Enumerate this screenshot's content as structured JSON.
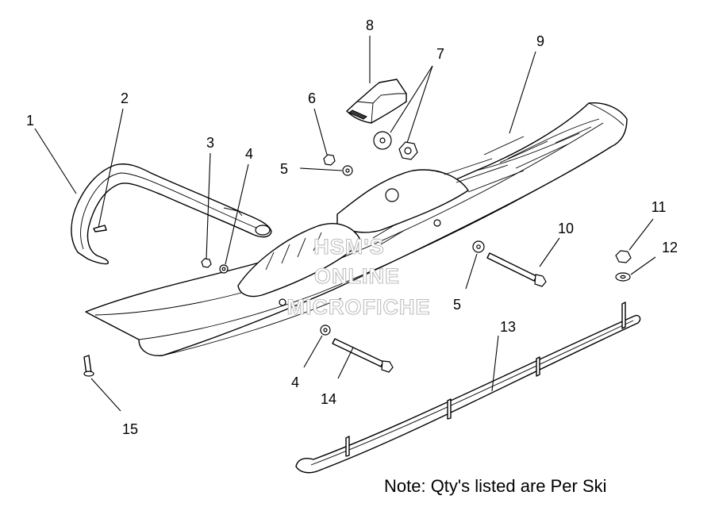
{
  "callouts": [
    "1",
    "2",
    "3",
    "4",
    "5",
    "6",
    "7",
    "8",
    "9",
    "10",
    "11",
    "12",
    "13",
    "14",
    "15"
  ],
  "callout_labels": {
    "c1": "1",
    "c2": "2",
    "c3": "3",
    "c4a": "4",
    "c5a": "5",
    "c6": "6",
    "c7": "7",
    "c8": "8",
    "c9": "9",
    "c10": "10",
    "c11": "11",
    "c12": "12",
    "c5b": "5",
    "c13": "13",
    "c4b": "4",
    "c14": "14",
    "c15": "15"
  },
  "watermark": {
    "line1": "HSM'S",
    "line2": "ONLINE",
    "line3": "MICROFICHE"
  },
  "note": "Note: Qty's listed are Per Ski"
}
